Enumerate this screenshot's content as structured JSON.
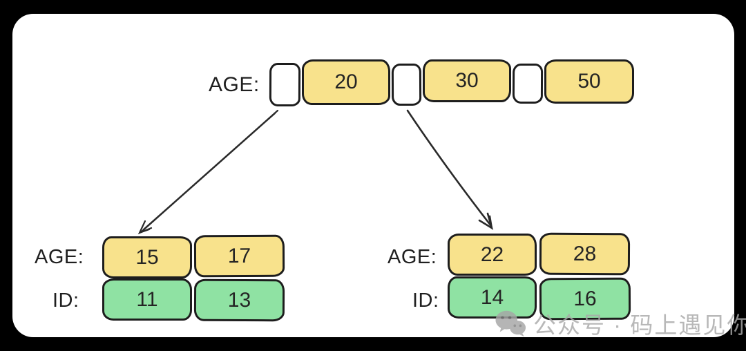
{
  "diagram": {
    "root_node": {
      "label": "AGE:",
      "keys": [
        "20",
        "30",
        "50"
      ]
    },
    "left_leaf": {
      "age_label": "AGE:",
      "age_values": [
        "15",
        "17"
      ],
      "id_label": "ID:",
      "id_values": [
        "11",
        "13"
      ]
    },
    "right_leaf": {
      "age_label": "AGE:",
      "age_values": [
        "22",
        "28"
      ],
      "id_label": "ID:",
      "id_values": [
        "14",
        "16"
      ]
    },
    "colors": {
      "key_cell_fill": "#F8E28C",
      "id_cell_fill": "#8FE2A3",
      "stroke": "#1d1d1d",
      "card_background": "#ffffff",
      "page_background": "#000000",
      "watermark_gray": "#a9a9a9"
    }
  },
  "watermark": {
    "icon": "wechat-icon",
    "text": "公众号 · 码上遇见你"
  }
}
